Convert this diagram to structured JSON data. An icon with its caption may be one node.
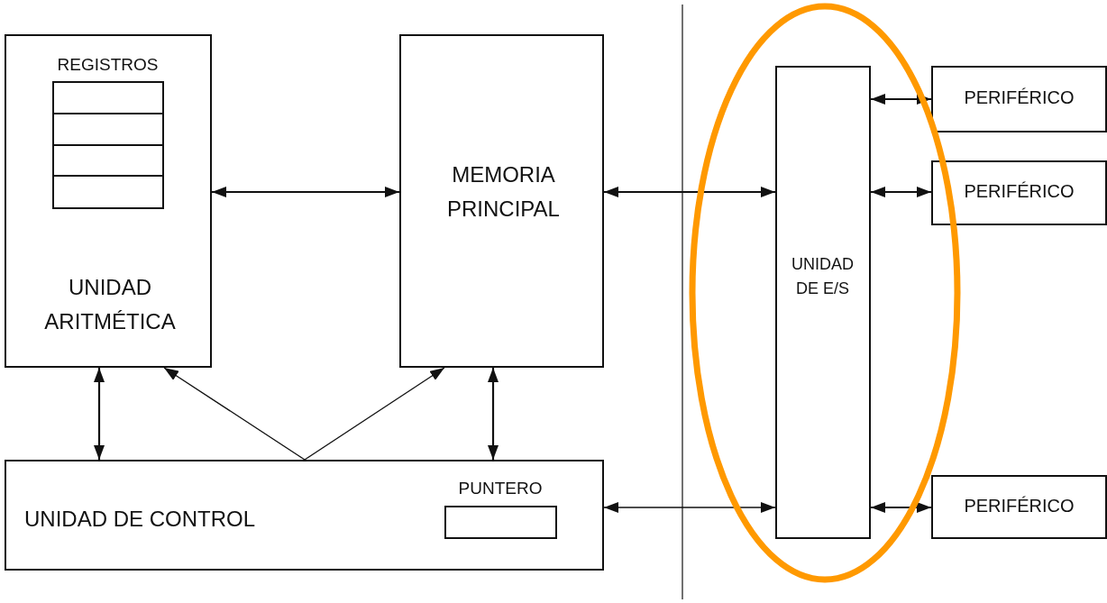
{
  "diagram": {
    "nodes": [
      {
        "text": [
          "UNIDAD ARITMÉTICA"
        ]
      },
      {
        "text": [
          "REGISTROS"
        ],
        "in": 0
      },
      {
        "text": [
          "MEMORIA PRINCIPAL"
        ]
      },
      {
        "text": [
          "UNIDAD DE CONTROL"
        ]
      },
      {
        "text": [
          "PUNTERO"
        ],
        "in": 3
      },
      {
        "text": [
          "UNIDAD DE E/S"
        ]
      },
      {
        "text": [
          "PERIFÉRICO"
        ]
      },
      {
        "text": [
          "PERIFÉRICO"
        ]
      },
      {
        "text": [
          "PERIFÉRICO"
        ]
      }
    ],
    "edges": [
      {
        "from": 0,
        "to": 2,
        "arrow": "both"
      },
      {
        "from": 2,
        "to": 5,
        "arrow": "both"
      },
      {
        "from": 3,
        "to": 0,
        "arrow": "both"
      },
      {
        "from": 3,
        "to": 0,
        "arrow": "to"
      },
      {
        "from": 3,
        "to": 2,
        "arrow": "to"
      },
      {
        "from": 3,
        "to": 2,
        "arrow": "both"
      },
      {
        "from": 3,
        "to": 5,
        "arrow": "both"
      },
      {
        "from": 5,
        "to": 6,
        "arrow": "both"
      },
      {
        "from": 5,
        "to": 7,
        "arrow": "both"
      },
      {
        "from": 5,
        "to": 8,
        "arrow": "both"
      }
    ]
  }
}
